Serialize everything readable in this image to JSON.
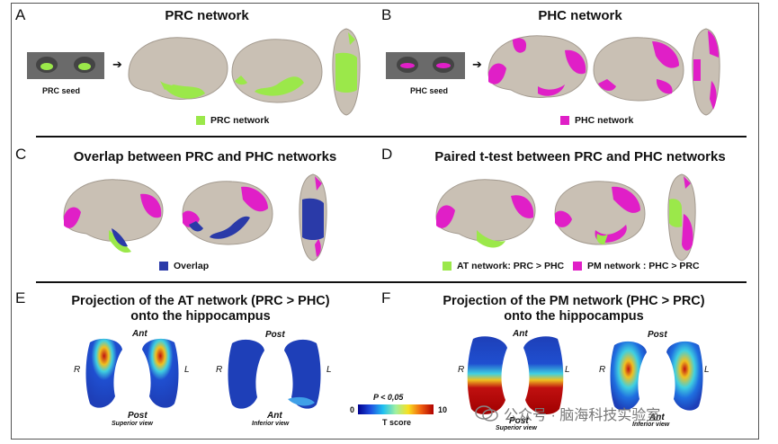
{
  "panels": {
    "A": {
      "letter": "A",
      "title": "PRC network",
      "seed_label": "PRC seed",
      "legend": "PRC network"
    },
    "B": {
      "letter": "B",
      "title": "PHC network",
      "seed_label": "PHC seed",
      "legend": "PHC network"
    },
    "C": {
      "letter": "C",
      "title": "Overlap between PRC and PHC networks",
      "legend": "Overlap"
    },
    "D": {
      "letter": "D",
      "title": "Paired t-test between PRC and PHC networks",
      "legend_at": "AT network: PRC > PHC",
      "legend_pm": "PM network : PHC > PRC"
    },
    "E": {
      "letter": "E",
      "title_line1": "Projection of the AT network (PRC > PHC)",
      "title_line2": "onto the hippocampus",
      "sup_top": "Ant",
      "sup_bottom": "Post",
      "sup_view": "Superior view",
      "inf_top": "Post",
      "inf_bottom": "Ant",
      "inf_view": "Inferior view",
      "left_R": "R",
      "left_L": "L",
      "right_R": "R",
      "right_L": "L"
    },
    "F": {
      "letter": "F",
      "title_line1": "Projection of the PM network (PHC > PRC)",
      "title_line2": "onto the hippocampus",
      "sup_top": "Ant",
      "sup_bottom": "Post",
      "sup_view": "Superior view",
      "inf_top": "Post",
      "inf_bottom": "Ant",
      "inf_view": "Inferior view",
      "left_R": "R",
      "left_L": "L",
      "right_R": "R",
      "right_L": "L"
    }
  },
  "colorbar": {
    "p_label": "P < 0,05",
    "min": "0",
    "max": "10",
    "label": "T score"
  },
  "colors": {
    "green": "#9be84a",
    "magenta": "#e01fc7",
    "blue": "#2a3aa8",
    "brain": "#c9c0b4"
  },
  "watermark": "公众号 · 脑海科技实验室"
}
